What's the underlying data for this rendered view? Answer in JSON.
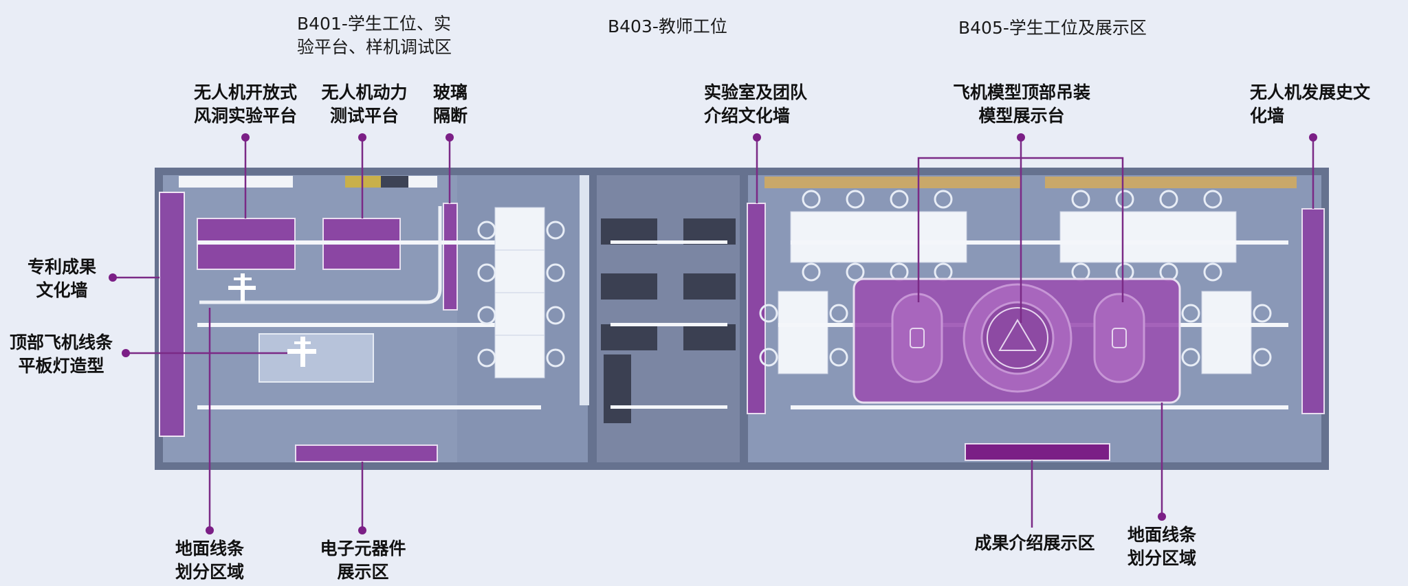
{
  "rooms": {
    "b401": "B401-学生工位、实\n验平台、样机调试区",
    "b403": "B403-教师工位",
    "b405": "B405-学生工位及展示区"
  },
  "callouts": {
    "wind_tunnel": "无人机开放式\n风洞实验平台",
    "power_test": "无人机动力\n测试平台",
    "glass_partition": "玻璃\n隔断",
    "lab_team_wall": "实验室及团队\n介绍文化墙",
    "aircraft_hanging": "飞机模型顶部吊装\n模型展示台",
    "uav_history_wall": "无人机发展史文\n化墙",
    "patent_wall": "专利成果\n文化墙",
    "ceiling_light": "顶部飞机线条\n平板灯造型",
    "floor_lines_left": "地面线条\n划分区域",
    "electronics_display": "电子元器件\n展示区",
    "results_display": "成果介绍展示区",
    "floor_lines_right": "地面线条\n划分区域"
  },
  "colors": {
    "accent_purple": "#7b1f86",
    "zone_purple": "#9a4fb0",
    "floor": "#8e9bb8",
    "wall": "#5f6b86",
    "background": "#e9edf6"
  }
}
